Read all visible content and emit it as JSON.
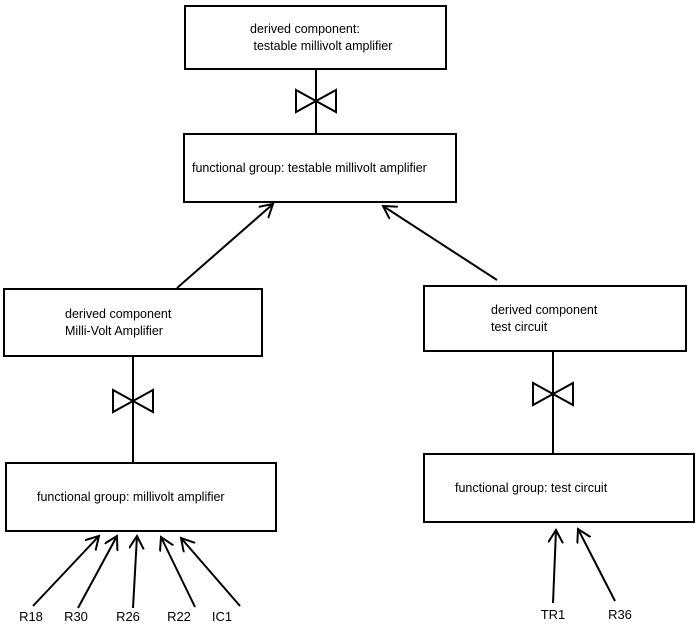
{
  "diagram": {
    "background_color": "#ffffff",
    "line_color": "#000000",
    "nodes": {
      "top_derived": {
        "line1": "derived component:",
        "line2": " testable millivolt amplifier"
      },
      "fg_testable": {
        "label": "functional group: testable millivolt amplifier"
      },
      "dc_mva": {
        "line1": "derived component",
        "line2": "Milli-Volt Amplifier"
      },
      "dc_test": {
        "line1": "derived component",
        "line2": "test circuit"
      },
      "fg_mva": {
        "label": "functional group: millivolt amplifier"
      },
      "fg_test": {
        "label": "functional group: test circuit"
      }
    },
    "leaf_labels": {
      "r18": "R18",
      "r30": "R30",
      "r26": "R26",
      "r22": "R22",
      "ic1": "IC1",
      "tr1": "TR1",
      "r36": "R36"
    }
  }
}
